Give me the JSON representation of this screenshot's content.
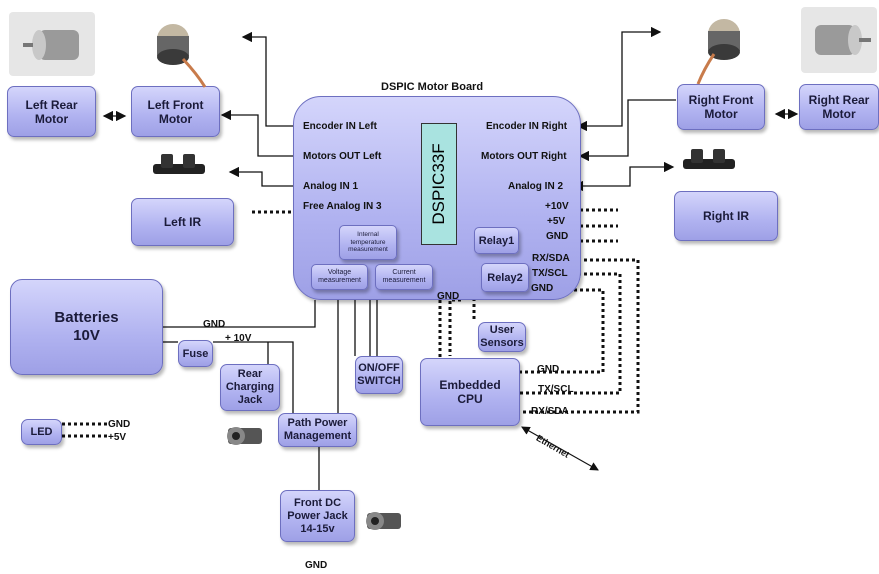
{
  "board": {
    "title": "DSPIC Motor Board",
    "chip": "DSPIC33F",
    "ports": {
      "encoder_left": "Encoder IN Left",
      "motors_left": "Motors OUT Left",
      "analog1": "Analog IN 1",
      "free_analog3": "Free Analog IN 3",
      "encoder_right": "Encoder IN Right",
      "motors_right": "Motors OUT Right",
      "analog2": "Analog IN 2",
      "v10": "+10V",
      "v5": "+5V",
      "gnd_right": "GND",
      "rx_sda": "RX/SDA",
      "tx_scl": "TX/SCL",
      "gnd_right2": "GND",
      "gnd_bottom": "GND"
    },
    "internal_temp": "Internal\ntemperature\nmeasurement",
    "voltage_meas": "Voltage\nmeasurement",
    "current_meas": "Current\nmeasurement",
    "relay1": "Relay1",
    "relay2": "Relay2"
  },
  "components": {
    "left_rear_motor": "Left Rear\nMotor",
    "left_front_motor": "Left Front\nMotor",
    "right_front_motor": "Right Front\nMotor",
    "right_rear_motor": "Right Rear\nMotor",
    "left_ir": "Left IR",
    "right_ir": "Right IR",
    "batteries": "Batteries\n10V",
    "fuse": "Fuse",
    "rear_jack": "Rear\nCharging\nJack",
    "led": "LED",
    "path_power": "Path Power\nManagement",
    "onoff": "ON/OFF\nSWITCH",
    "front_jack": "Front DC\nPower Jack\n14-15v",
    "embedded_cpu": "Embedded\nCPU",
    "user_sensors": "User\nSensors"
  },
  "labels": {
    "gnd_batt": "GND",
    "v10_batt": "+ 10V",
    "led_gnd": "GND",
    "led_5v": "+5V",
    "cpu_gnd": "GND",
    "cpu_tx": "TX/SCL",
    "cpu_rx": "RX/SDA",
    "ethernet": "Ethernet",
    "front_gnd": "GND"
  },
  "colors": {
    "box_fill": "#b3b5f2",
    "box_border": "#6d6fc0",
    "chip_fill": "#a9e3e0",
    "line": "#111111"
  }
}
